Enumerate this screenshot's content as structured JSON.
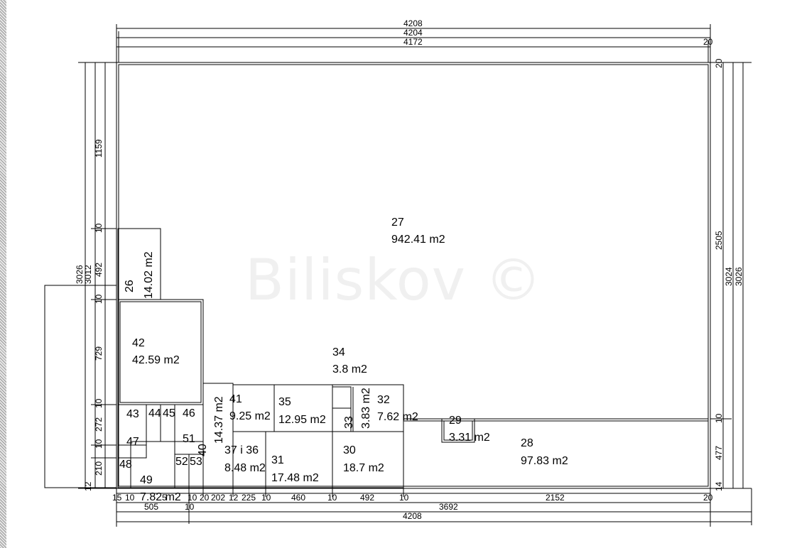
{
  "watermark": "Biliskov ©",
  "rooms": [
    {
      "id": "27",
      "area": "942.41 m2"
    },
    {
      "id": "26",
      "area": "14.02 m2"
    },
    {
      "id": "42",
      "area": "42.59 m2"
    },
    {
      "id": "34",
      "area": "3.8 m2"
    },
    {
      "id": "41",
      "area": "9.25 m2"
    },
    {
      "id": "35",
      "area": "12.95 m2"
    },
    {
      "id": "32",
      "area": "7.62 m2"
    },
    {
      "id": "33",
      "area": "3.83 m2"
    },
    {
      "id": "29",
      "area": "3.31 m2"
    },
    {
      "id": "28",
      "area": "97.83 m2"
    },
    {
      "id": "31",
      "area": "17.48 m2"
    },
    {
      "id": "30",
      "area": "18.7 m2"
    },
    {
      "id": "37 i 36",
      "area": "8.48 m2"
    },
    {
      "id": "40",
      "area": "14.37 m2"
    },
    {
      "id": "43",
      "area": ""
    },
    {
      "id": "44",
      "area": ""
    },
    {
      "id": "45",
      "area": ""
    },
    {
      "id": "46",
      "area": ""
    },
    {
      "id": "47",
      "area": ""
    },
    {
      "id": "48",
      "area": ""
    },
    {
      "id": "49",
      "area": "7.82 m2"
    },
    {
      "id": "51",
      "area": ""
    },
    {
      "id": "52",
      "area": ""
    },
    {
      "id": "53",
      "area": ""
    }
  ],
  "dimensions": {
    "top": [
      "4208",
      "4204",
      "4172",
      "20"
    ],
    "left": [
      "3026",
      "3012",
      "1159",
      "10",
      "492",
      "10",
      "729",
      "10",
      "272",
      "10",
      "210",
      "12"
    ],
    "right": [
      "2505",
      "3024",
      "3026",
      "10",
      "477",
      "20",
      "14"
    ],
    "bottom_row": [
      "15",
      "10",
      "5",
      "10",
      "20",
      "202",
      "12",
      "225",
      "10",
      "460",
      "10",
      "492",
      "10",
      "2152",
      "20"
    ],
    "bottom_row2": [
      "505",
      "10",
      "3692"
    ],
    "bottom_total": "4208"
  }
}
